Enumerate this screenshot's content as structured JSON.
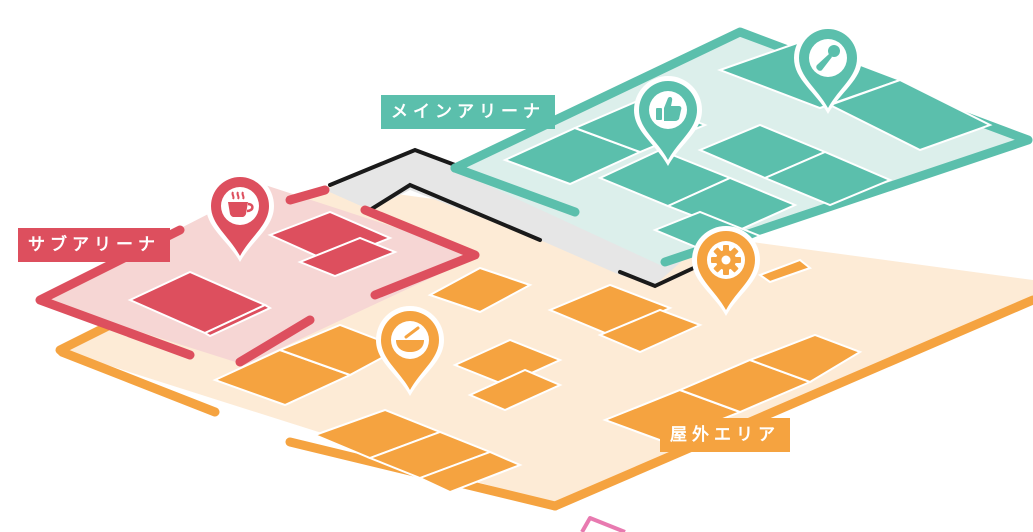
{
  "colors": {
    "main": "#5bbfac",
    "main_light": "#dcefeb",
    "sub": "#dd4f5e",
    "sub_light": "#f6d6d4",
    "outdoor": "#f5a340",
    "outdoor_light": "#fdebd6",
    "corridor": "#e6e6e6",
    "outline": "#1a1a1a",
    "accent_pink": "#e87ab0"
  },
  "areas": {
    "main_arena": {
      "label": "メインアリーナ",
      "color": "#5bbfac",
      "icons": [
        "thumbs-up-icon",
        "microphone-icon"
      ]
    },
    "sub_arena": {
      "label": "サブアリーナ",
      "color": "#dd4f5e",
      "icons": [
        "coffee-cup-icon"
      ]
    },
    "outdoor_area": {
      "label": "屋外エリア",
      "color": "#f5a340",
      "icons": [
        "food-bowl-icon",
        "gear-icon"
      ]
    }
  }
}
